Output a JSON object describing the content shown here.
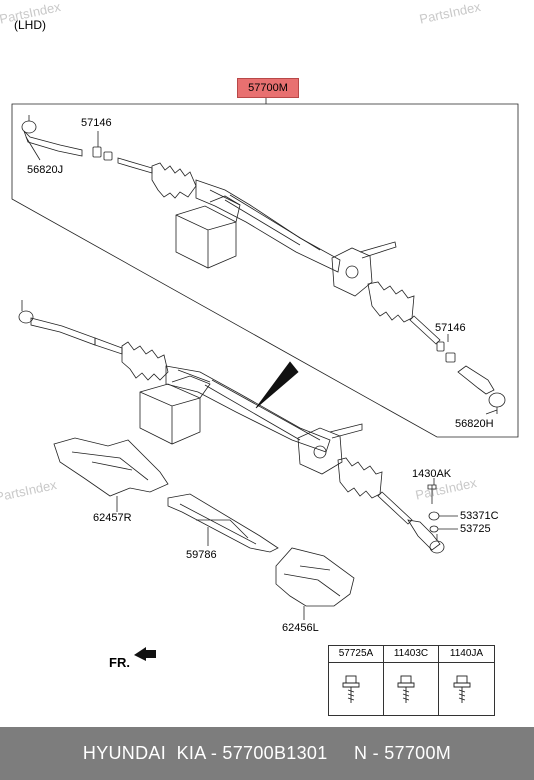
{
  "header": {
    "variant": "(LHD)"
  },
  "watermark": "PartsIndex",
  "assembly": {
    "part_number": "57700M",
    "highlight_color": "#e87070"
  },
  "labels": {
    "tie_rod_end_left": "56820J",
    "nut_left": "57146",
    "nut_right": "57146",
    "tie_rod_end_right": "56820H",
    "bolt": "1430AK",
    "nut_53371": "53371C",
    "cotter_pin": "53725",
    "bracket_right": "62457R",
    "plate": "59786",
    "bracket_left": "62456L"
  },
  "front_indicator": "FR.",
  "fastener_table": {
    "headers": [
      "57725A",
      "11403C",
      "1140JA"
    ]
  },
  "footer": {
    "text": "HYUNDAI  KIA - 57700B1301     N - 57700M",
    "background": "#7d7d7d"
  }
}
